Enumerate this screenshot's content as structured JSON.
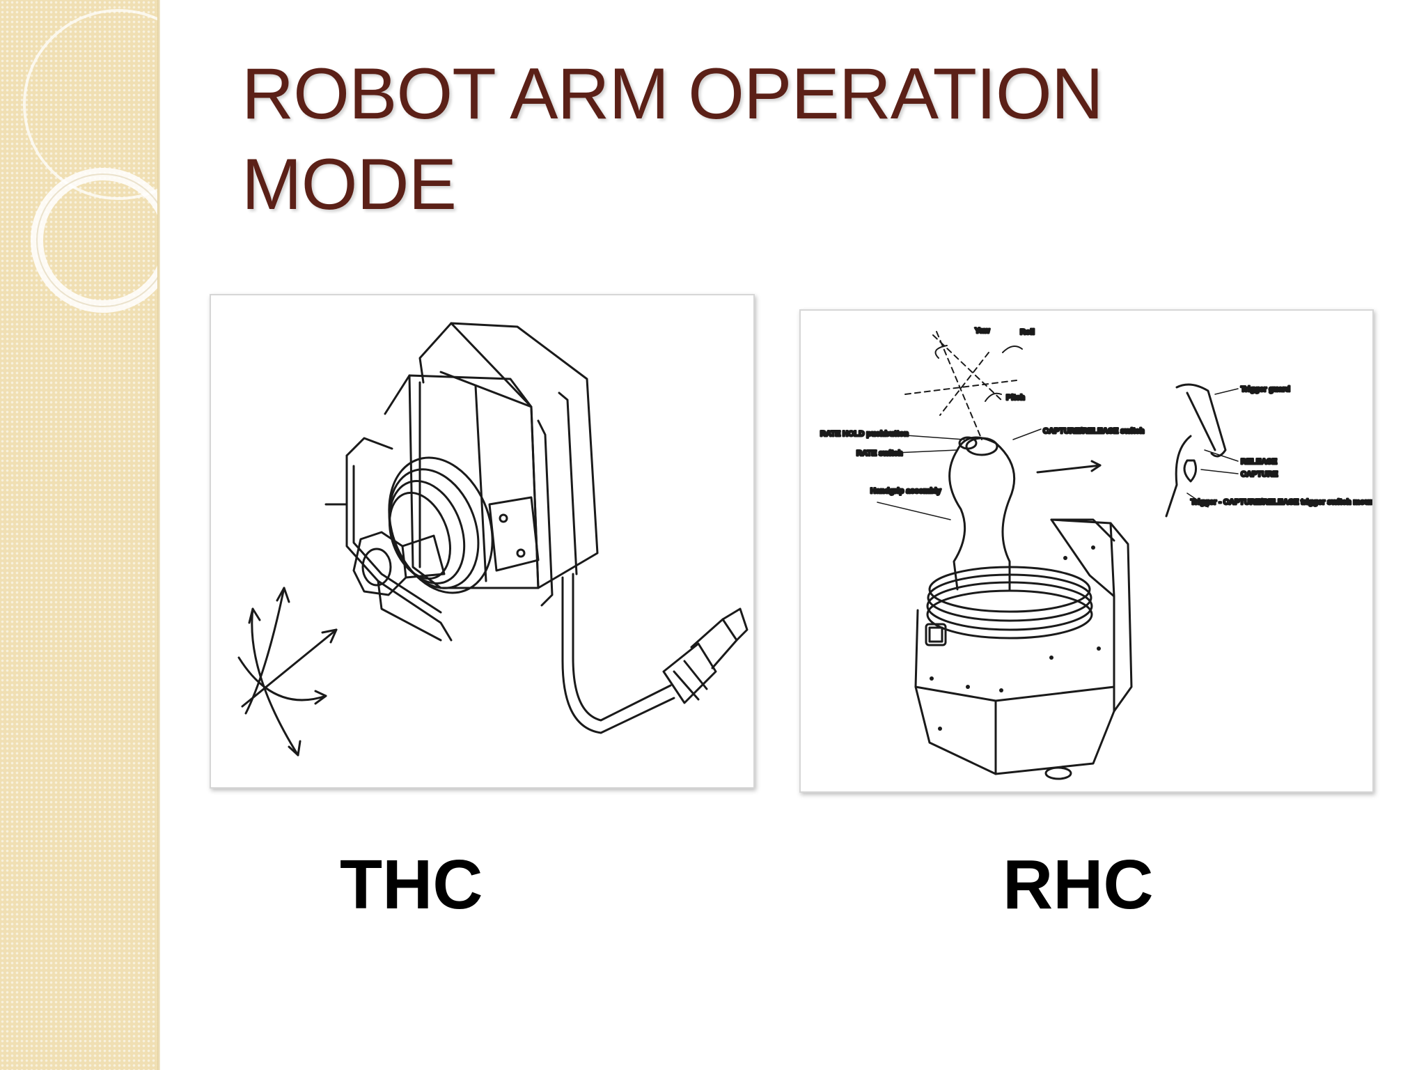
{
  "slide": {
    "title": "ROBOT ARM OPERATION MODE"
  },
  "figures": {
    "thc": {
      "caption": "THC"
    },
    "rhc": {
      "caption": "RHC",
      "labels": {
        "yaw": "Yaw",
        "roll": "Roll",
        "pitch": "Pitch",
        "rate_hold": "RATE HOLD pushbutton",
        "rate_switch": "RATE switch",
        "capture_release_switch": "CAPTURE/RELEASE switch",
        "handgrip": "Handgrip assembly",
        "trigger_guard": "Trigger guard",
        "release": "RELEASE",
        "capture": "CAPTURE",
        "trigger_note": "Trigger - CAPTURE/RELEASE trigger switch mounted on the RHC"
      }
    }
  },
  "colors": {
    "title": "#5b2017",
    "sidebar": "#f0dfb3",
    "caption": "#000000"
  }
}
